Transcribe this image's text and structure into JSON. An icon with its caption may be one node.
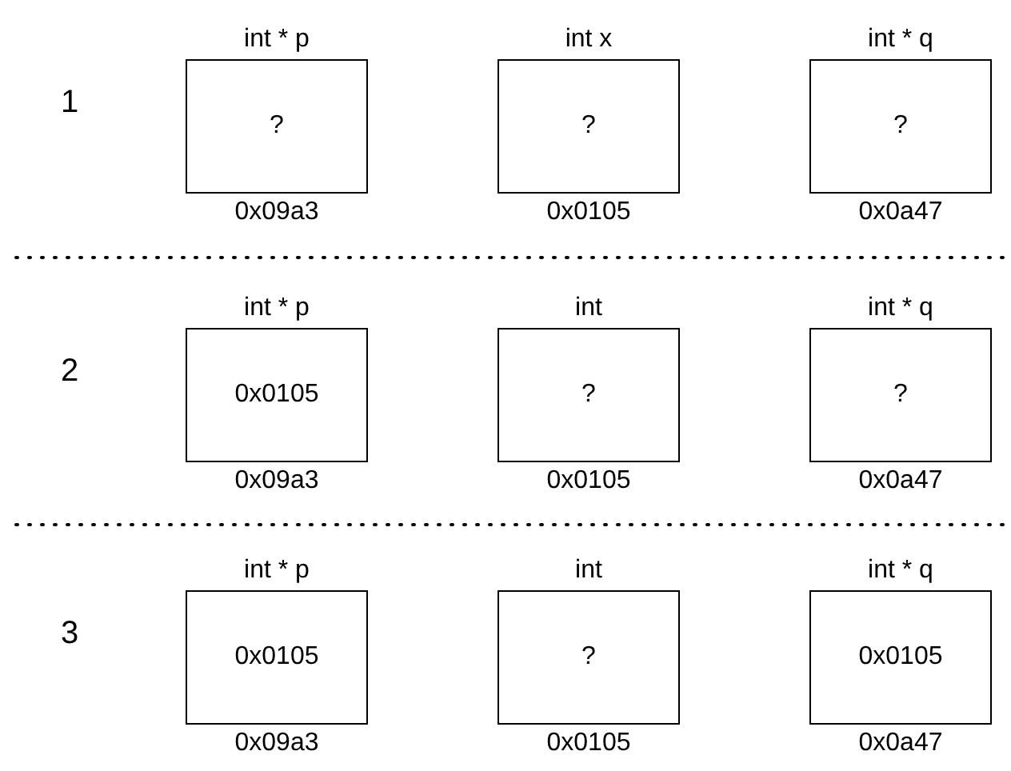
{
  "diagram": {
    "nodes": [
      {
        "text": [
          "int * p",
          "?"
        ],
        "beside": [
          "0x09a3"
        ]
      },
      {
        "text": [
          "int x",
          "?"
        ],
        "beside": [
          "0x0105"
        ]
      },
      {
        "text": [
          "int * q",
          "?"
        ],
        "beside": [
          "0x0a47"
        ]
      },
      {
        "text": [
          "int * p",
          "0x0105"
        ],
        "beside": [
          "0x09a3"
        ]
      },
      {
        "text": [
          "int",
          "?"
        ],
        "beside": [
          "0x0105"
        ]
      },
      {
        "text": [
          "int * q",
          "?"
        ],
        "beside": [
          "0x0a47"
        ]
      },
      {
        "text": [
          "int * p",
          "0x0105"
        ],
        "beside": [
          "0x09a3"
        ]
      },
      {
        "text": [
          "int",
          "?"
        ],
        "beside": [
          "0x0105"
        ]
      },
      {
        "text": [
          "int * q",
          "0x0105"
        ],
        "beside": [
          "0x0a47"
        ]
      }
    ],
    "edges": [],
    "labels": [
      "1",
      "2",
      "3"
    ]
  }
}
